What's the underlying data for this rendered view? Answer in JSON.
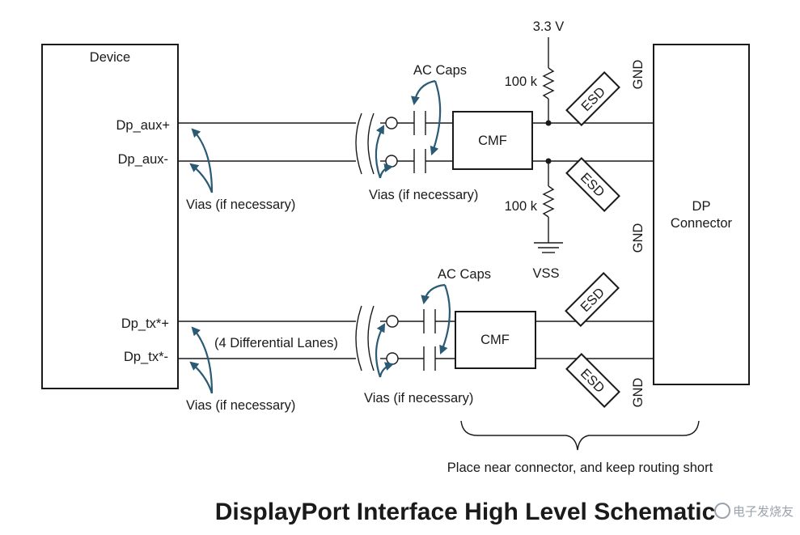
{
  "labels": {
    "device": "Device",
    "dp_aux_p": "Dp_aux+",
    "dp_aux_n": "Dp_aux-",
    "dp_tx_p": "Dp_tx*+",
    "dp_tx_n": "Dp_tx*-",
    "vias_left_top": "Vias (if necessary)",
    "vias_left_bottom": "Vias (if necessary)",
    "four_lanes": "(4 Differential Lanes)",
    "ac_caps_top": "AC Caps",
    "ac_caps_bottom": "AC Caps",
    "vias_mid_top": "Vias (if necessary)",
    "vias_mid_bottom": "Vias (if necessary)",
    "cmf_top": "CMF",
    "cmf_bottom": "CMF",
    "v33": "3.3 V",
    "r_top": "100 k",
    "r_bottom": "100 k",
    "vss": "VSS",
    "esd1": "ESD",
    "esd2": "ESD",
    "esd3": "ESD",
    "esd4": "ESD",
    "gnd1": "GND",
    "gnd2": "GND",
    "gnd3": "GND",
    "dp_connector_line1": "DP",
    "dp_connector_line2": "Connector",
    "brace_note": "Place near connector, and keep routing short",
    "title": "DisplayPort Interface High Level Schematic",
    "watermark": "电子发烧友"
  },
  "colors": {
    "line": "#1a1a1a",
    "arrow": "#2a5a74",
    "watermark": "#9aa3ad"
  }
}
